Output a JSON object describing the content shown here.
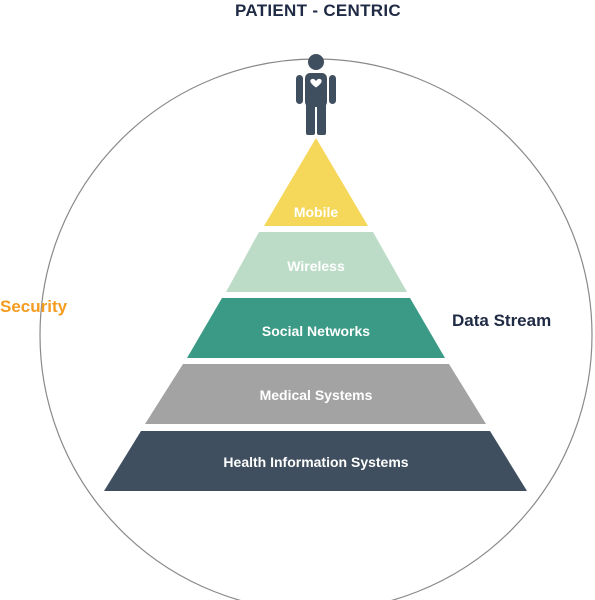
{
  "title": "PATIENT - CENTRIC",
  "left_label": "Security",
  "right_label": "Data Stream",
  "pyramid": [
    {
      "label": "Mobile",
      "color": "#f5d85a"
    },
    {
      "label": "Wireless",
      "color": "#bcdcc7"
    },
    {
      "label": "Social Networks",
      "color": "#3a9a85"
    },
    {
      "label": "Medical Systems",
      "color": "#a3a3a3"
    },
    {
      "label": "Health Information Systems",
      "color": "#3f4f5f"
    }
  ],
  "colors": {
    "circle": "#8a8a8a",
    "person": "#3f4f5f",
    "security": "#f39c1f",
    "data_stream": "#1f2a44"
  },
  "icons": {
    "person": "patient-person-icon",
    "heart": "heart-icon"
  }
}
